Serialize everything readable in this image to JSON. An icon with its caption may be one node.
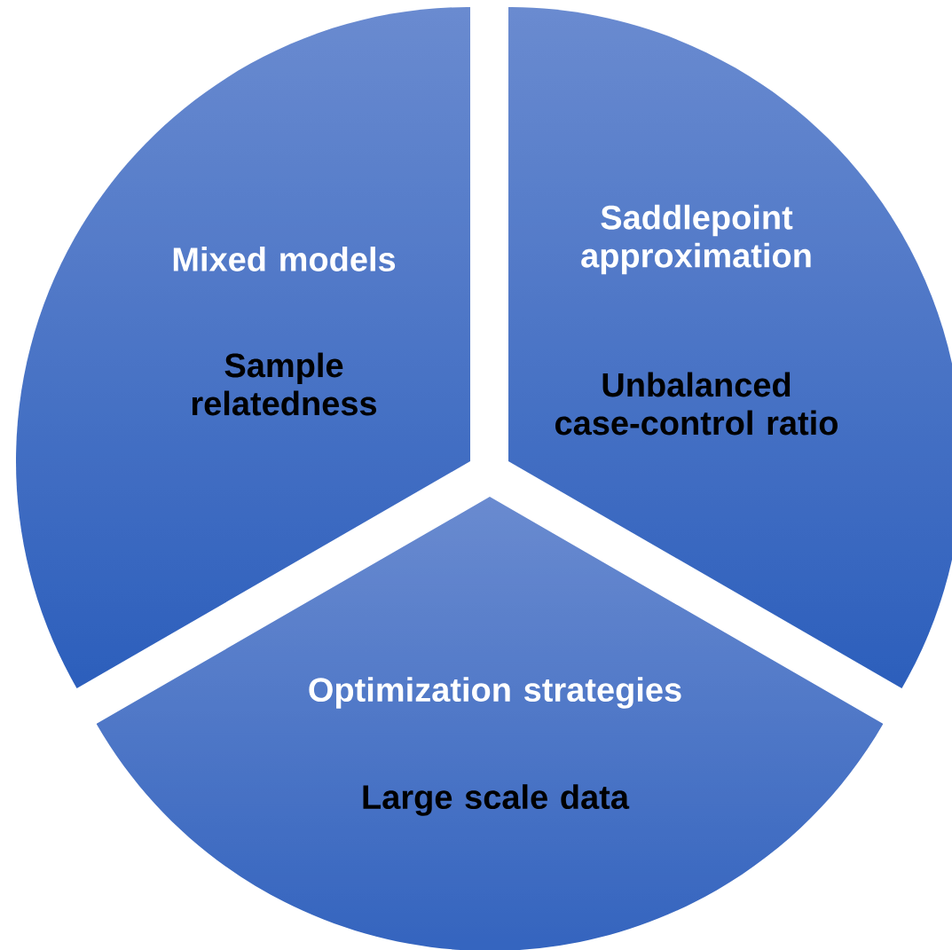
{
  "diagram": {
    "nodes": [
      {
        "text": [
          "Mixed models",
          "Sample relatedness"
        ]
      },
      {
        "text": [
          "Saddlepoint approximation",
          "Unbalanced case-control ratio"
        ]
      },
      {
        "text": [
          "Optimization strategies",
          "Large scale data"
        ]
      }
    ]
  }
}
